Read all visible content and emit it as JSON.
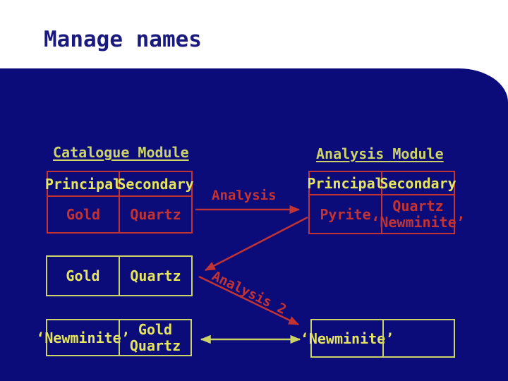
{
  "slide_title": "Manage names",
  "modules": {
    "catalogue": {
      "heading": "Catalogue Module",
      "current_table": {
        "col1_header": "Principal",
        "col2_header": "Secondary",
        "principal": "Gold",
        "secondary": "Quartz"
      },
      "row_table": {
        "principal": "Gold",
        "secondary": "Quartz"
      },
      "renamed_table": {
        "principal": "‘Newminite’",
        "secondary_line1": "Gold",
        "secondary_line2": "Quartz"
      }
    },
    "analysis": {
      "heading": "Analysis Module",
      "result_table": {
        "col1_header": "Principal",
        "col2_header": "Secondary",
        "principal": "Pyrite",
        "secondary_line1": "Quartz",
        "secondary_line2": "‘Newminite’"
      },
      "renamed_table": {
        "principal": "‘Newminite’",
        "secondary": ""
      }
    }
  },
  "arrows": {
    "analysis_label": "Analysis",
    "analysis2_label": "Analysis 2"
  },
  "colors": {
    "background": "#ffffff",
    "panel_navy": "#0b0b79",
    "title_navy": "#1a1a7e",
    "red": "#c23333",
    "yellow_text": "#e5e55f",
    "yellow_green": "#ccd468"
  }
}
